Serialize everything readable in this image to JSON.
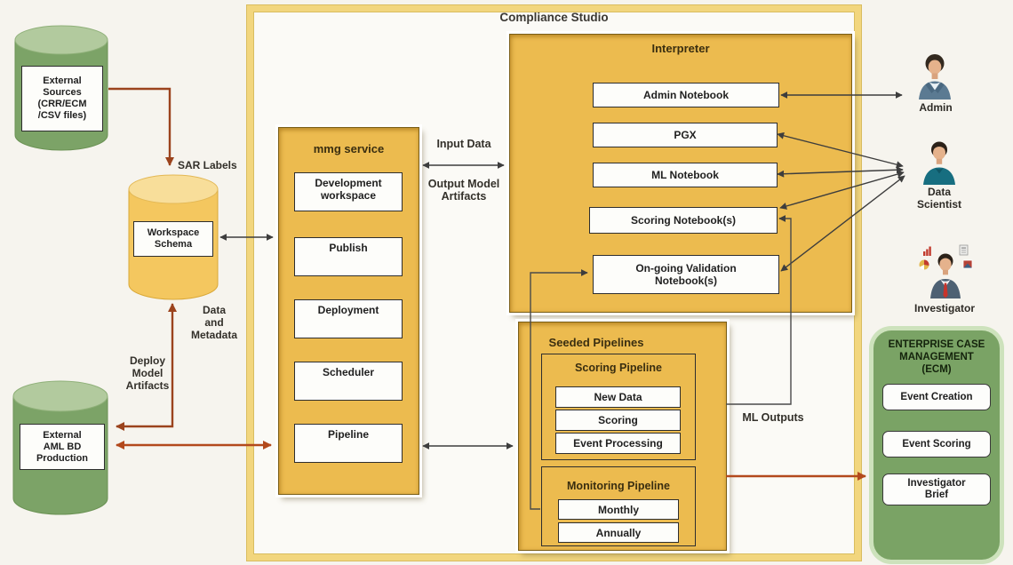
{
  "title": "Compliance Studio",
  "cylinders": {
    "external_sources": "External\nSources\n(CRR/ECM\n/CSV files)",
    "workspace_schema": "Workspace\nSchema",
    "aml_production": "External\nAML BD\nProduction"
  },
  "mmg": {
    "title": "mmg service",
    "items": [
      "Development\nworkspace",
      "Publish",
      "Deployment",
      "Scheduler",
      "Pipeline"
    ]
  },
  "interpreter": {
    "title": "Interpreter",
    "items": [
      "Admin Notebook",
      "PGX",
      "ML Notebook",
      "Scoring Notebook(s)",
      "On-going Validation\nNotebook(s)"
    ]
  },
  "seeded": {
    "title": "Seeded Pipelines",
    "scoring": {
      "title": "Scoring Pipeline",
      "items": [
        "New Data",
        "Scoring",
        "Event Processing"
      ]
    },
    "monitoring": {
      "title": "Monitoring Pipeline",
      "items": [
        "Monthly",
        "Annually"
      ]
    }
  },
  "ecm": {
    "title": "ENTERPRISE CASE\nMANAGEMENT\n(ECM)",
    "items": [
      "Event Creation",
      "Event Scoring",
      "Investigator\nBrief"
    ]
  },
  "actors": {
    "admin": "Admin",
    "data_scientist": "Data\nScientist",
    "investigator": "Investigator"
  },
  "flow_labels": {
    "sar": "SAR Labels",
    "data_metadata": "Data\nand\nMetadata",
    "deploy": "Deploy\nModel\nArtifacts",
    "input": "Input Data",
    "output": "Output Model\nArtifacts",
    "ml_outputs": "ML Outputs"
  },
  "colors": {
    "panel_gold": "#ECBB4F",
    "container_border": "#F2D67E",
    "green_database": "#7CA367",
    "yellow_database": "#F4C75F",
    "ecm_green": "#7AA365",
    "arrow_brown": "#9B431D",
    "arrow_red": "#B3491C",
    "arrow_black": "#3D3D3D"
  }
}
